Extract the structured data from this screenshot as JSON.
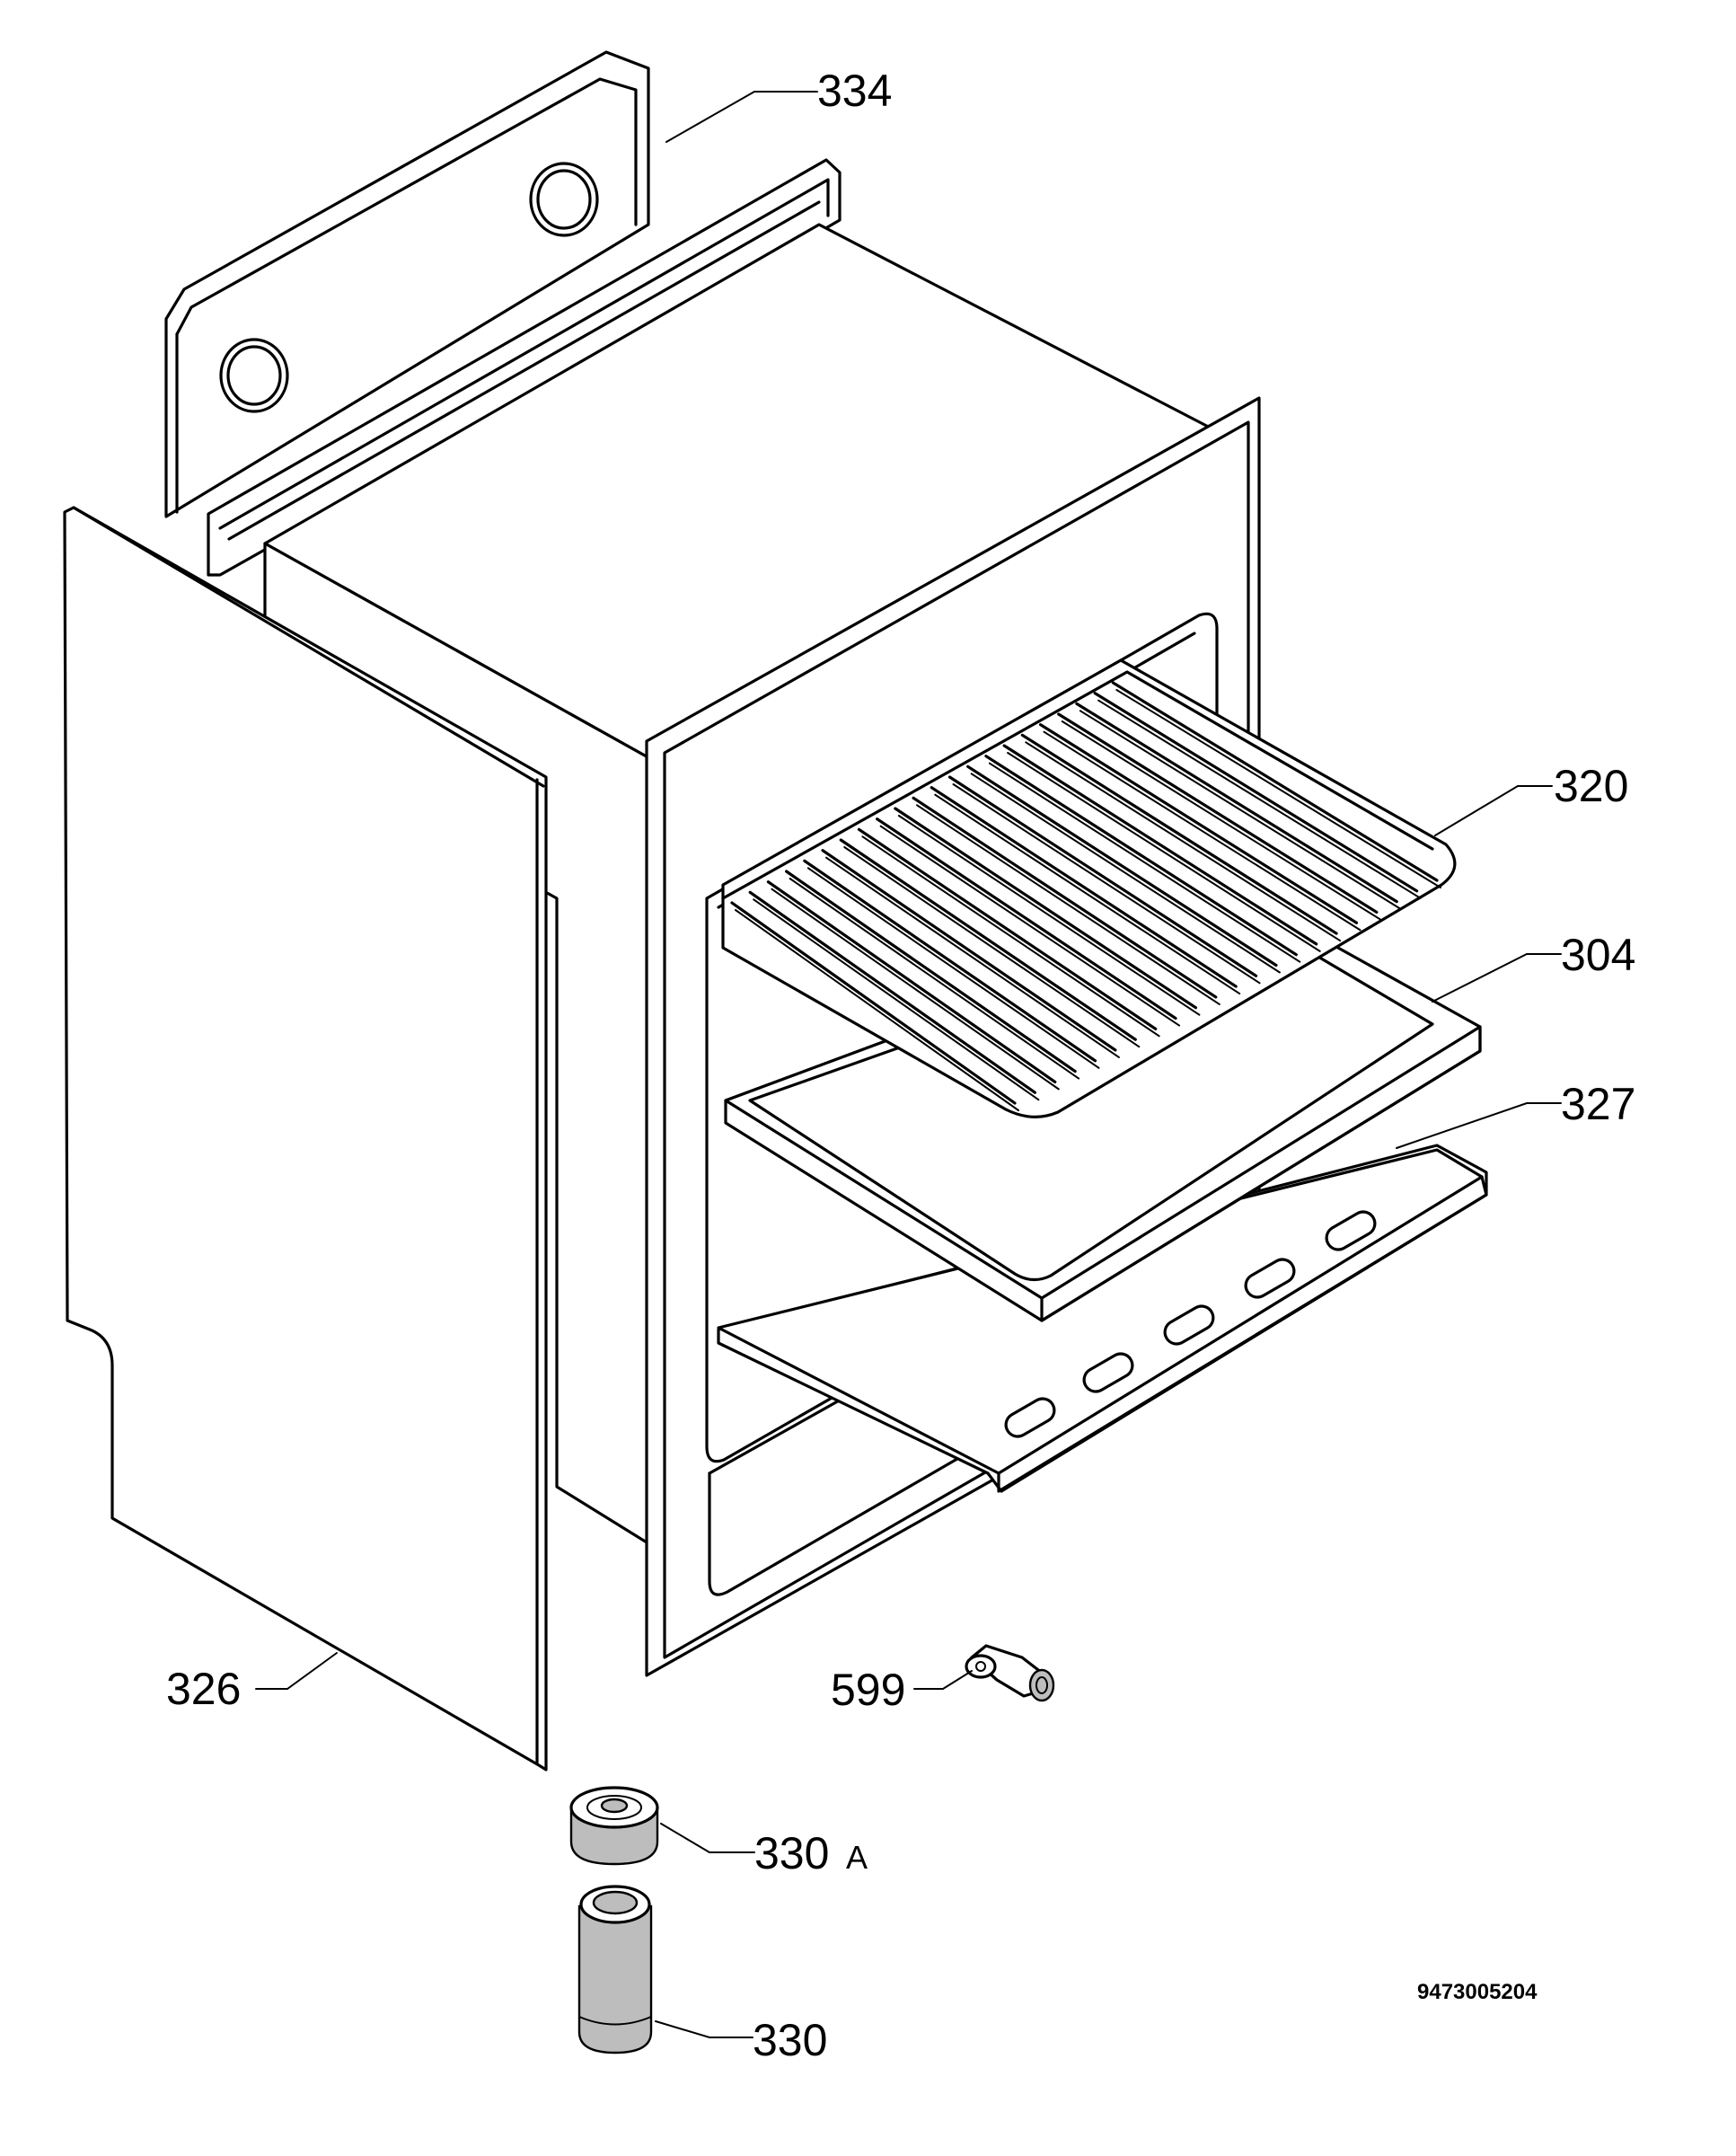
{
  "parts": [
    {
      "id": "p334",
      "label": "334",
      "name": "rear-panel"
    },
    {
      "id": "p320",
      "label": "320",
      "name": "oven-grid-shelf"
    },
    {
      "id": "p304",
      "label": "304",
      "name": "baking-tray"
    },
    {
      "id": "p327",
      "label": "327",
      "name": "bottom-plate"
    },
    {
      "id": "p326",
      "label": "326",
      "name": "side-panel"
    },
    {
      "id": "p599",
      "label": "599",
      "name": "elbow-fitting"
    },
    {
      "id": "p330a",
      "label": "330",
      "suffix": "A",
      "name": "foot-cap"
    },
    {
      "id": "p330",
      "label": "330",
      "name": "foot"
    }
  ],
  "drawing_code": "9473005204"
}
